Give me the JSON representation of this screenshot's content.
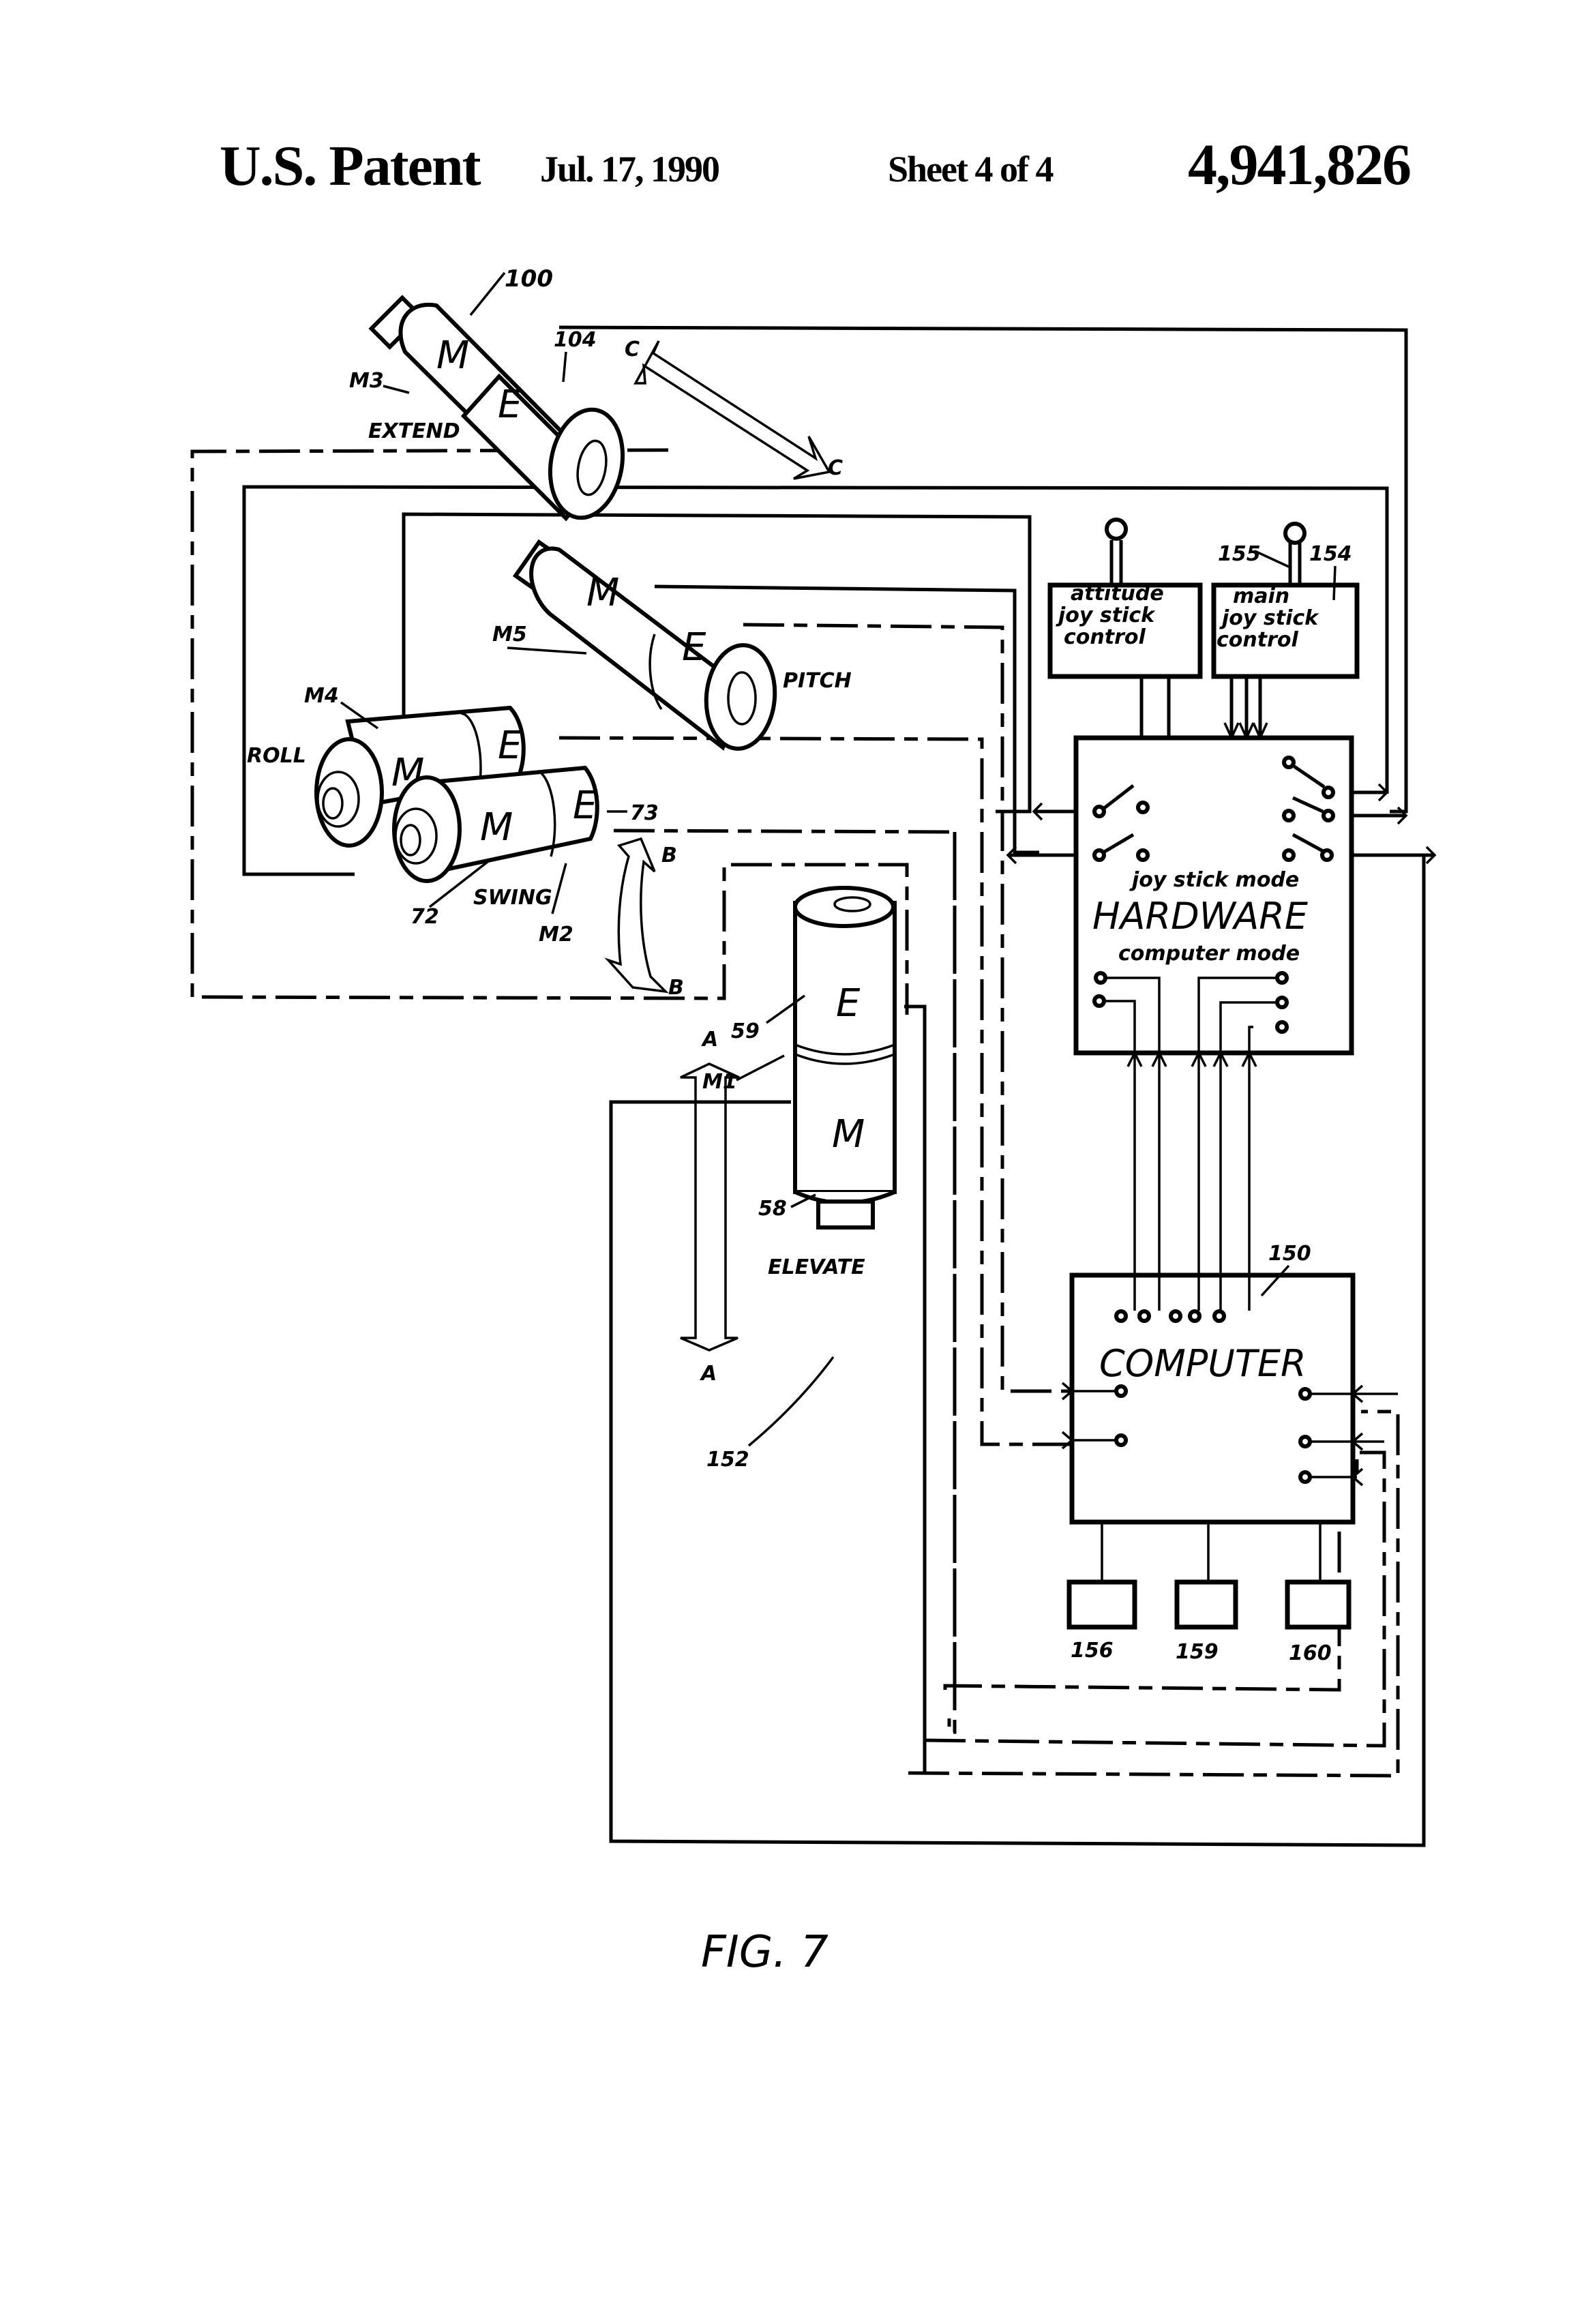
{
  "header": {
    "title": "U.S. Patent",
    "date": "Jul. 17, 1990",
    "sheet": "Sheet 4 of 4",
    "patent_number": "4,941,826"
  },
  "figure": {
    "caption": "FIG. 7",
    "motors": [
      {
        "id": "M3",
        "name": "EXTEND",
        "motor_letter": "M",
        "encoder_letter": "E",
        "refs": [
          "100",
          "104"
        ],
        "motion_axis": "C"
      },
      {
        "id": "M5",
        "name": "PITCH",
        "motor_letter": "M",
        "encoder_letter": "E",
        "refs": [],
        "motion_axis": ""
      },
      {
        "id": "M4",
        "name": "ROLL",
        "motor_letter": "M",
        "encoder_letter": "E",
        "refs": [],
        "motion_axis": ""
      },
      {
        "id": "M2",
        "name": "SWING",
        "motor_letter": "M",
        "encoder_letter": "E",
        "refs": [
          "72",
          "73"
        ],
        "motion_axis": "B"
      },
      {
        "id": "M1",
        "name": "ELEVATE",
        "motor_letter": "M",
        "encoder_letter": "E",
        "refs": [
          "58",
          "59"
        ],
        "motion_axis": "A"
      }
    ],
    "motion_arrows": {
      "a_top": "A",
      "a_bottom": "A",
      "b_top": "B",
      "b_bottom": "B",
      "c_top": "C",
      "c_bottom": "C"
    },
    "joysticks": {
      "attitude": {
        "line1": "attitude",
        "line2": "joy stick",
        "line3": "control"
      },
      "main": {
        "line1": "main",
        "line2": "joy stick",
        "line3": "control",
        "ref_box": "154",
        "ref_stick": "155"
      }
    },
    "hardware": {
      "title": "HARDWARE",
      "mode_top": "joy stick mode",
      "mode_bottom": "computer mode"
    },
    "computer": {
      "title": "COMPUTER",
      "ref": "150"
    },
    "peripherals": [
      {
        "ref": "156"
      },
      {
        "ref": "159"
      },
      {
        "ref": "160"
      }
    ],
    "assembly_ref": "152"
  }
}
